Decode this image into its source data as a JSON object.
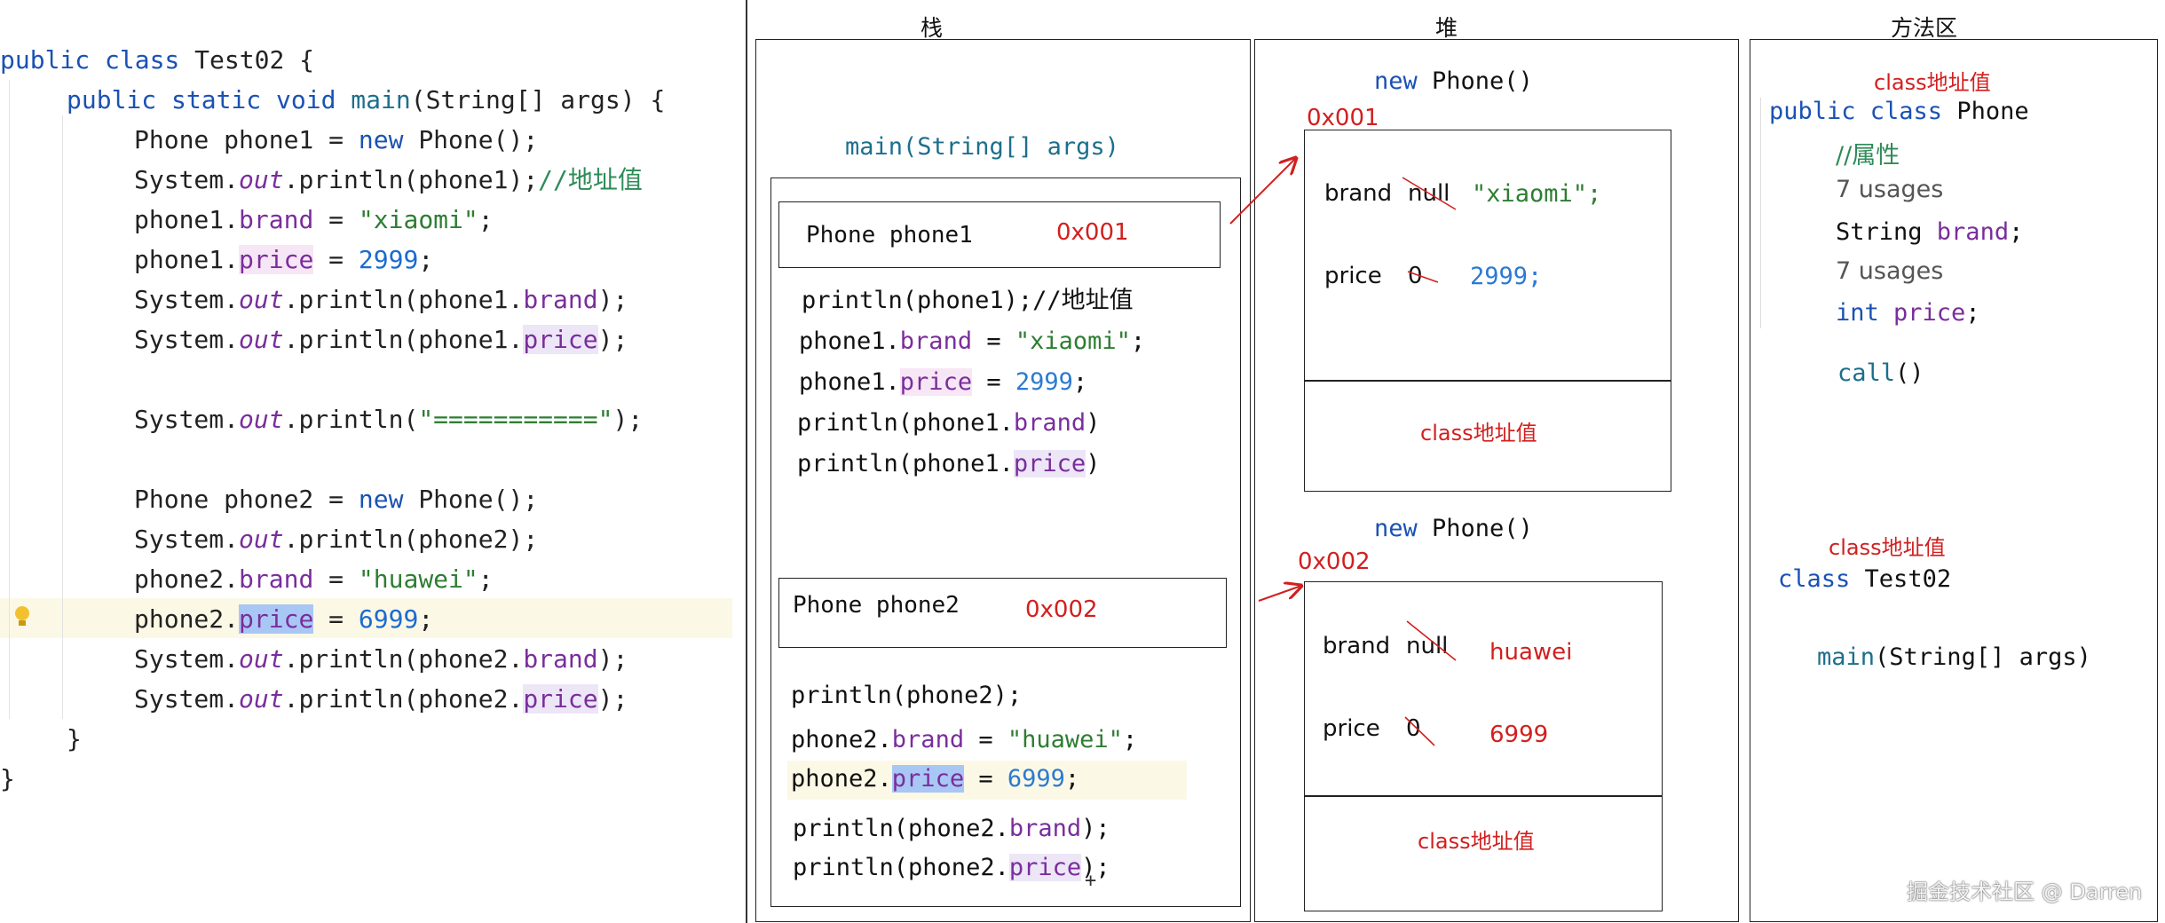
{
  "editor": {
    "lines": [
      "public class Test02 {",
      "public static void main(String[] args) {",
      "Phone phone1 = new Phone();",
      "System.out.println(phone1);//地址值",
      "phone1.brand = \"xiaomi\";",
      "phone1.price = 2999;",
      "System.out.println(phone1.brand);",
      "System.out.println(phone1.price);",
      "System.out.println(\"==========\");",
      "Phone phone2 = new Phone();",
      "System.out.println(phone2);",
      "phone2.brand = \"huawei\";",
      "phone2.price = 6999;",
      "System.out.println(phone2.brand);",
      "System.out.println(phone2.price);",
      "}",
      "}"
    ]
  },
  "diagram": {
    "stack": {
      "title": "栈",
      "frame": "main(String[] args)",
      "var1": {
        "decl": "Phone phone1",
        "addr": "0x001"
      },
      "frame1_lines": [
        "println(phone1);//地址值",
        "phone1.brand = \"xiaomi\";",
        "phone1.price = 2999;",
        "println(phone1.brand)",
        "println(phone1.price)"
      ],
      "var2": {
        "decl": "Phone phone2",
        "addr": "0x002"
      },
      "frame2_lines": [
        "println(phone2);",
        "phone2.brand = \"huawei\";",
        "phone2.price = 6999;",
        "println(phone2.brand);",
        "println(phone2.price);"
      ]
    },
    "heap": {
      "title": "堆",
      "obj1": {
        "header": "new Phone()",
        "addr": "0x001",
        "brand_label": "brand",
        "brand_old": "null",
        "brand_new": "\"xiaomi\";",
        "price_label": "price",
        "price_old": "0",
        "price_new": "2999;",
        "class_ref": "class地址值"
      },
      "obj2": {
        "header": "new Phone()",
        "addr": "0x002",
        "brand_label": "brand",
        "brand_old": "null",
        "brand_new": "huawei",
        "price_label": "price",
        "price_old": "0",
        "price_new": "6999",
        "class_ref": "class地址值"
      }
    },
    "method_area": {
      "title": "方法区",
      "class_ref1": "class地址值",
      "phone_class": [
        "public class Phone",
        "//属性",
        "7 usages",
        "String brand;",
        "7 usages",
        "int price;",
        "call()"
      ],
      "class_ref2": "class地址值",
      "test_class": "class Test02",
      "test_method": "main(String[] args)"
    },
    "watermark": "掘金技术社区 @ Darren"
  },
  "colors": {
    "address_red": "#d21f1f",
    "keyword_blue": "#1a52b3",
    "string_green": "#2e7d32",
    "field_purple": "#7a2d9c"
  }
}
